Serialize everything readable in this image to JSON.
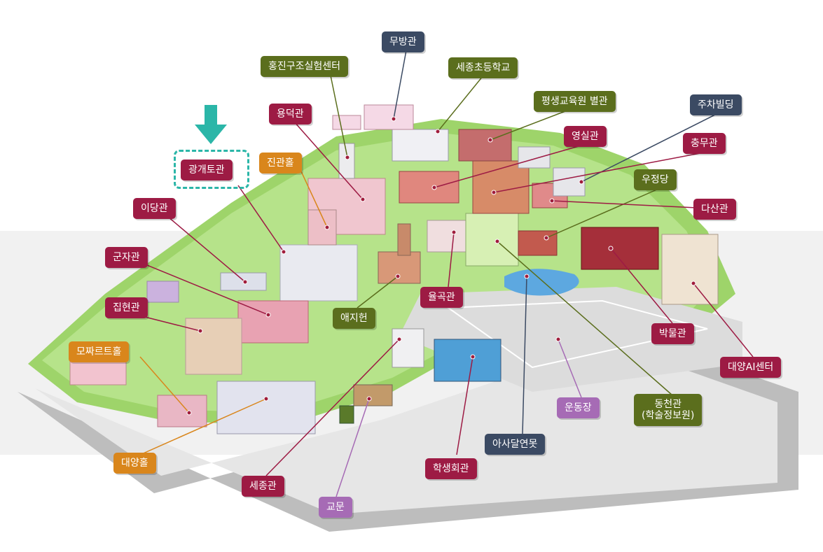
{
  "map": {
    "selected": "광개토관",
    "label_colors": {
      "crimson": "#9d1b44",
      "olive": "#5b6e1d",
      "navy": "#3b4a63",
      "orange": "#d9861c",
      "purple": "#a66bb5"
    },
    "labels": {
      "mubang": "무방관",
      "hongjingu": "홍진구조실험센터",
      "sejongcho": "세종초등학교",
      "pyeongsaeng": "평생교육원 별관",
      "juchabilding": "주차빌딩",
      "yongdeok": "용덕관",
      "yeongsil": "영실관",
      "chungmu": "충무관",
      "jingwanhol": "진관홀",
      "gwanggaeto": "광개토관",
      "ujeongdang": "우정당",
      "dasan": "다산관",
      "idang": "이당관",
      "gunja": "군자관",
      "yulgok": "율곡관",
      "jiphyeon": "집현관",
      "aeji": "애지헌",
      "mozart": "모짜르트홀",
      "bakmul": "박물관",
      "daeyangai": "대양AI센터",
      "dongcheon_1": "동천관",
      "dongcheon_2": "(학술정보원)",
      "undongjang": "운동장",
      "daeyanghol": "대양홀",
      "asadal": "아사달연못",
      "haksaeng": "학생회관",
      "sejong": "세종관",
      "gomun": "교문"
    }
  }
}
